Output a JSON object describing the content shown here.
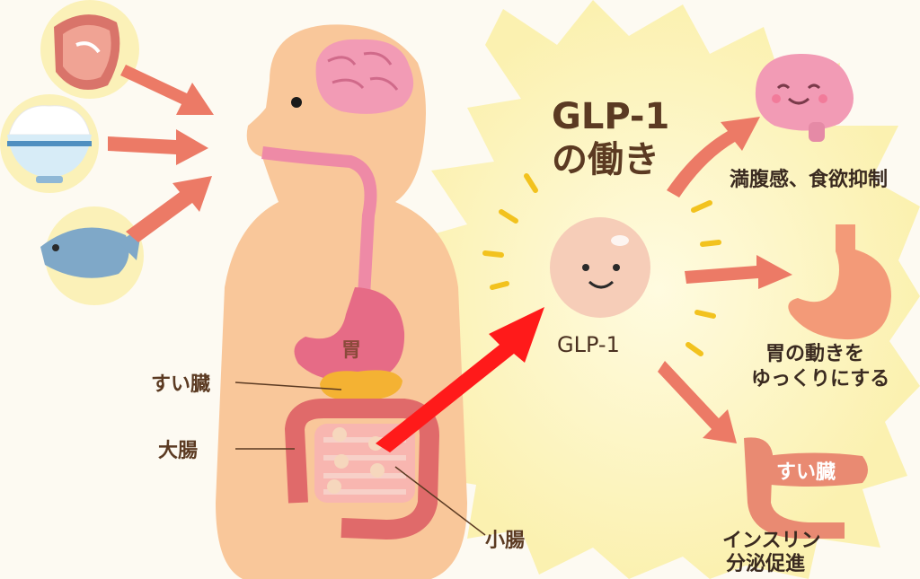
{
  "title": {
    "line1": "GLP-1",
    "line2": "の働き"
  },
  "glp1_caption": "GLP-1",
  "organs": {
    "stomach": "胃",
    "pancreas": "すい臓",
    "large_intestine": "大腸",
    "small_intestine": "小腸"
  },
  "effects": {
    "satiety": "満腹感、食欲抑制",
    "gastric_line1": "胃の動きを",
    "gastric_line2": "ゆっくりにする",
    "pancreas_label": "すい臓",
    "insulin_line1": "インスリン",
    "insulin_line2": "分泌促進"
  },
  "foods": [
    "meat-icon",
    "rice-bowl-icon",
    "fish-icon"
  ],
  "colors": {
    "skin": "#f9c79a",
    "burst": "#fbf3b8",
    "arrow": "#ec7a66",
    "red_arrow": "#ff1a1a",
    "brain": "#f29bb5",
    "stomach": "#e66b86"
  }
}
